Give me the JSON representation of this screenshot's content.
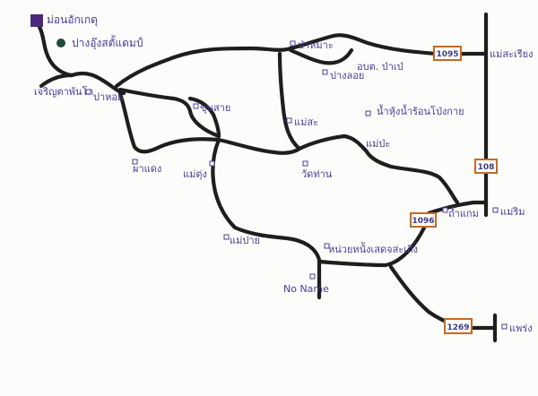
{
  "map": {
    "colors": {
      "road": "#1e1e1e",
      "label": "#4b3c9a",
      "route_shield_border": "#c66a22",
      "route_shield_text": "#3b3a8c",
      "start_marker": "#4a2a78",
      "camp_marker": "#1f4a3c"
    },
    "places": {
      "start": "ม่อนอักเกดุ",
      "camp": "ปางอุ๊งสตั้แดมป์",
      "saen_hai": "เจริญตาพันโก",
      "pa_ha": "ปาหอย",
      "ju_sai": "ขุนสาย",
      "mae_kam": "ผาแดง",
      "nong_bua": "แม่ตุ่ง",
      "pa_mai": "ป่าหมาะ",
      "pa_klai": "ปางลอย",
      "obt": "อบต. ป่าเป่",
      "tham_nuea": "แม่สะ",
      "waterfall": "น้ำหุ้งน้ำร้อนโป่งกาย",
      "mae_pa": "แม่ป่ะ",
      "wat_aran": "วัดท่าน",
      "pong_mae": "แม่ปาย",
      "tham_kam": "ถ้ำแกม",
      "mae_rim": "แม่ริม",
      "mae_lao": "แม่สะเรียง",
      "forest_station": "หน่วยหน้ังเสดจสะเกิง",
      "no_name": "No Name",
      "mae_taeng": "แพร่ง"
    },
    "routes": [
      "1095",
      "108",
      "1096",
      "1269"
    ]
  }
}
